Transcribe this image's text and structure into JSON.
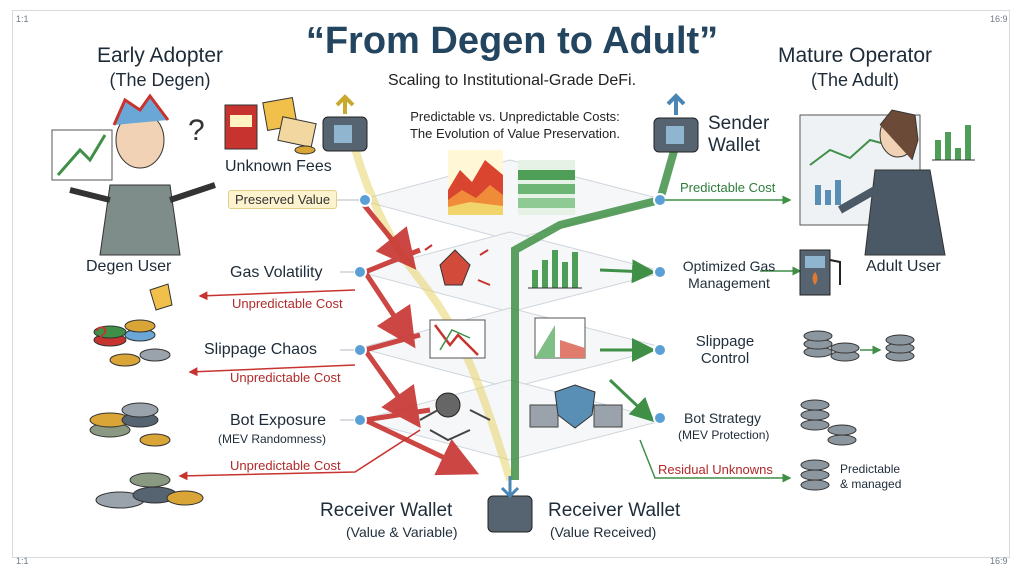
{
  "corners": {
    "tl": "1:1",
    "tr": "16:9",
    "bl": "1:1",
    "br": "16:9"
  },
  "title": "“From Degen to Adult”",
  "subtitle": "Scaling to Institutional-Grade DeFi.",
  "left_header": {
    "line1": "Early Adopter",
    "line2": "(The Degen)"
  },
  "right_header": {
    "line1": "Mature Operator",
    "line2": "(The Adult)"
  },
  "center_label": {
    "line1": "Predictable vs. Unpredictable Costs:",
    "line2": "The Evolution of Value Preservation."
  },
  "sender_wallet": {
    "line1": "Sender",
    "line2": "Wallet"
  },
  "left": {
    "unknown_fees": "Unknown Fees",
    "preserved_value": "Preserved Value",
    "degen_user": "Degen User",
    "gas_volatility": "Gas Volatility",
    "unpredictable_cost_1": "Unpredictable Cost",
    "slippage_chaos": "Slippage Chaos",
    "unpredictable_cost_2": "Unpredictable Cost",
    "bot_exposure": "Bot Exposure",
    "mev_randomness": "(MEV Randomness)",
    "unpredictable_cost_3": "Unpredictable Cost",
    "receiver_wallet": "Receiver Wallet",
    "receiver_wallet_sub": "(Value & Variable)"
  },
  "right": {
    "predictable_cost": "Predictable Cost",
    "adult_user": "Adult User",
    "optimized_gas_1": "Optimized Gas",
    "optimized_gas_2": "Management",
    "slippage_control_1": "Slippage",
    "slippage_control_2": "Control",
    "bot_strategy": "Bot Strategy",
    "mev_protection": "(MEV Protection)",
    "residual_unknowns": "Residual Unknowns",
    "predictable_1": "Predictable",
    "predictable_2": "& managed",
    "receiver_wallet": "Receiver Wallet",
    "receiver_wallet_sub": "(Value Received)"
  },
  "icons": {
    "left_chart": "rising-chart-icon",
    "question": "question-mark-icon",
    "slot_machine": "slot-machine-icon",
    "ticket": "lottery-ticket-icon",
    "fuel": "fuel-pump-icon",
    "shield": "shield-icon",
    "wallet": "wallet-icon"
  },
  "colors": {
    "red": "#c7332f",
    "green": "#3f8f47",
    "yellow": "#e8d46a",
    "title": "#24455f"
  }
}
